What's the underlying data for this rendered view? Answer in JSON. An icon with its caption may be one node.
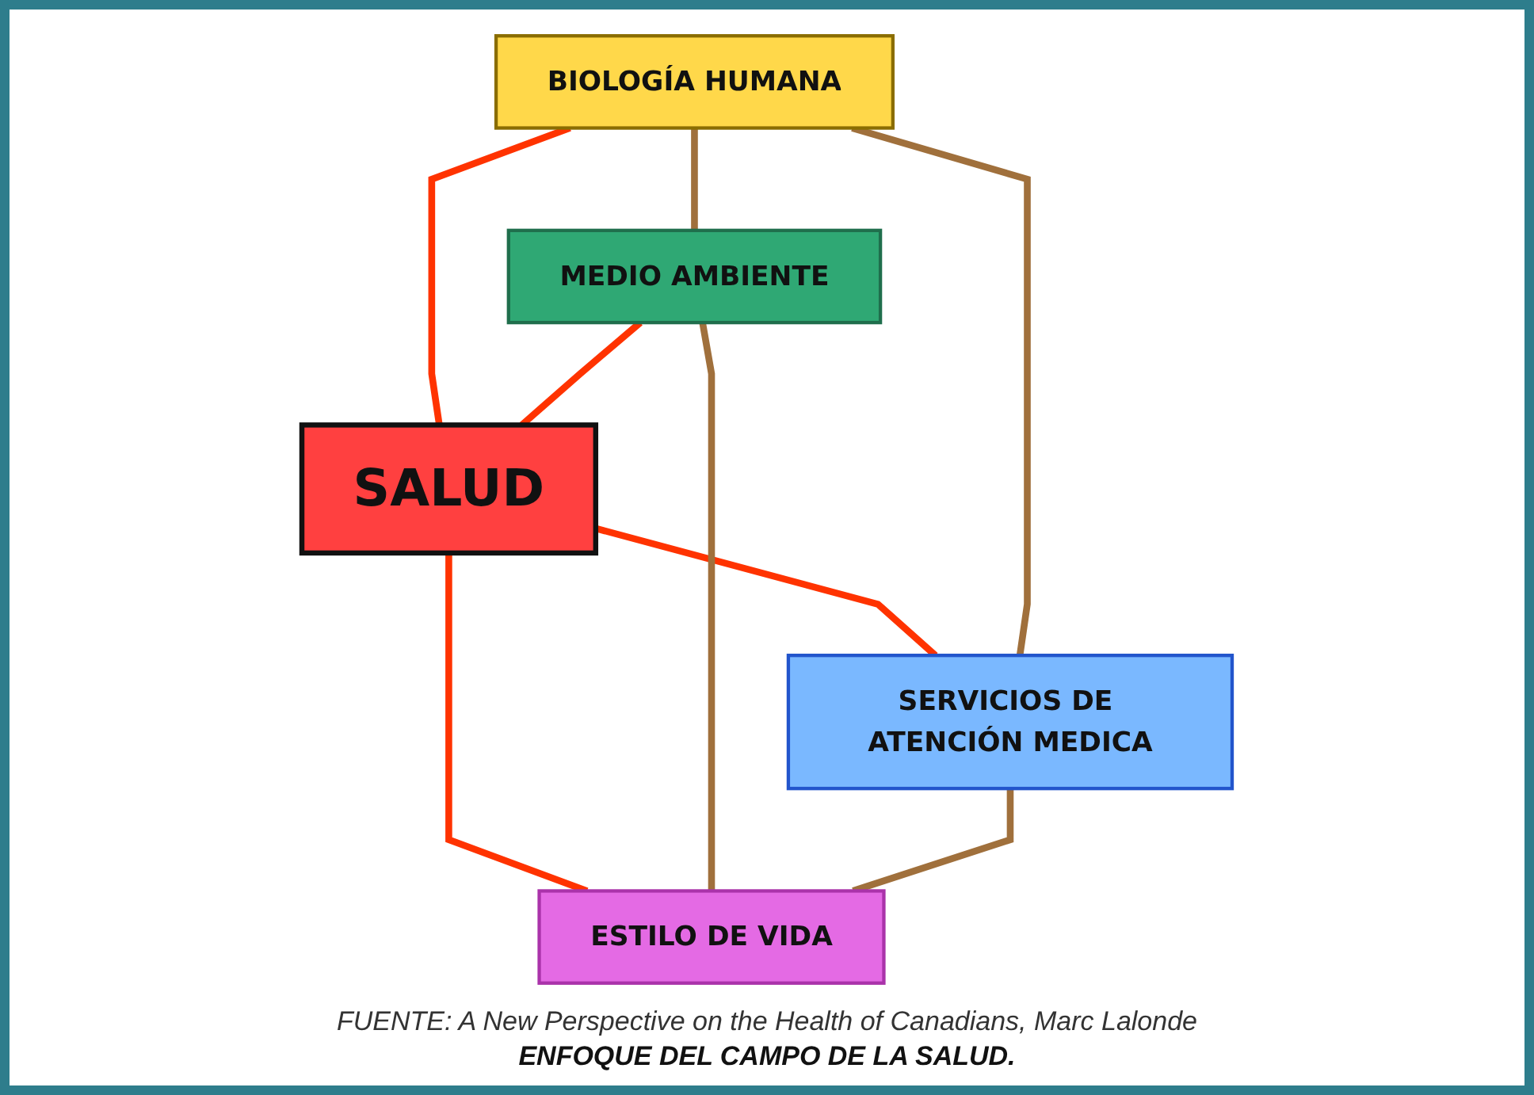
{
  "diagram": {
    "caption": "ENFOQUE DEL CAMPO DE LA SALUD.",
    "nodes": [
      {
        "text": [
          "BIOLOGÍA HUMANA"
        ]
      },
      {
        "text": [
          "MEDIO AMBIENTE"
        ]
      },
      {
        "text": [
          "SALUD"
        ]
      },
      {
        "text": [
          "SERVICIOS DE ATENCIÓN MEDICA"
        ]
      },
      {
        "text": [
          "ESTILO DE VIDA"
        ]
      }
    ],
    "edges": [
      {
        "from": 0,
        "to": 2,
        "arrow": "none",
        "color": "#ff3300"
      },
      {
        "from": 1,
        "to": 2,
        "arrow": "none",
        "color": "#ff3300"
      },
      {
        "from": 2,
        "to": 3,
        "arrow": "none",
        "color": "#ff3300"
      },
      {
        "from": 2,
        "to": 4,
        "arrow": "none",
        "color": "#ff3300"
      },
      {
        "from": 0,
        "to": 1,
        "arrow": "none",
        "color": "#a0703c"
      },
      {
        "from": 0,
        "to": 3,
        "arrow": "none",
        "color": "#a0703c"
      },
      {
        "from": 1,
        "to": 4,
        "arrow": "none",
        "color": "#a0703c"
      },
      {
        "from": 3,
        "to": 4,
        "arrow": "none",
        "color": "#a0703c"
      }
    ],
    "labels": [
      "FUENTE: A New Perspective on the Health of Canadians, Marc Lalonde"
    ]
  }
}
